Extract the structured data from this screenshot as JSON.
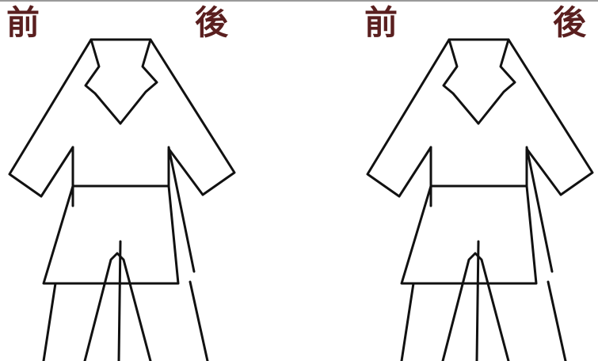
{
  "panels": [
    {
      "front_label": "前",
      "back_label": "後"
    },
    {
      "front_label": "前",
      "back_label": "後"
    }
  ],
  "colors": {
    "label": "#5a1f1f",
    "outline": "#111111",
    "background": "#ffffff"
  },
  "icons": [
    "suit-jacket-figure-icon"
  ]
}
